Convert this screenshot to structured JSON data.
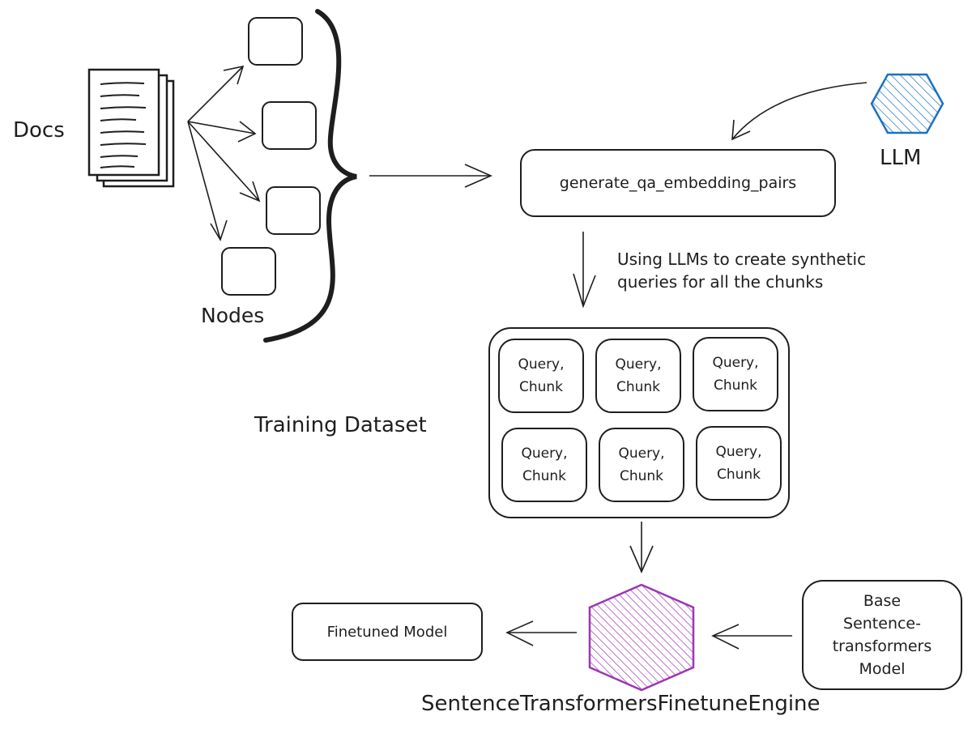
{
  "labels": {
    "docs": "Docs",
    "nodes": "Nodes",
    "llm": "LLM",
    "generate_fn": "generate_qa_embedding_pairs",
    "annotation_line1": "Using LLMs to create synthetic",
    "annotation_line2": "queries for all the chunks",
    "training_dataset": "Training Dataset",
    "finetuned_model": "Finetuned Model",
    "base_model_lines": [
      "Base",
      "Sentence-",
      "transformers",
      "Model"
    ],
    "engine": "SentenceTransformersFinetuneEngine"
  },
  "dataset_items": [
    {
      "query": "Query,",
      "chunk": "Chunk"
    },
    {
      "query": "Query,",
      "chunk": "Chunk"
    },
    {
      "query": "Query,",
      "chunk": "Chunk"
    },
    {
      "query": "Query,",
      "chunk": "Chunk"
    },
    {
      "query": "Query,",
      "chunk": "Chunk"
    },
    {
      "query": "Query,",
      "chunk": "Chunk"
    }
  ],
  "colors": {
    "stroke": "#1e1e1e",
    "llm": "#1971c2",
    "engine": "#9c36b5"
  },
  "icons": {
    "docs": "document-stack-icon",
    "llm": "hexagon-icon",
    "engine": "hexagon-icon"
  }
}
